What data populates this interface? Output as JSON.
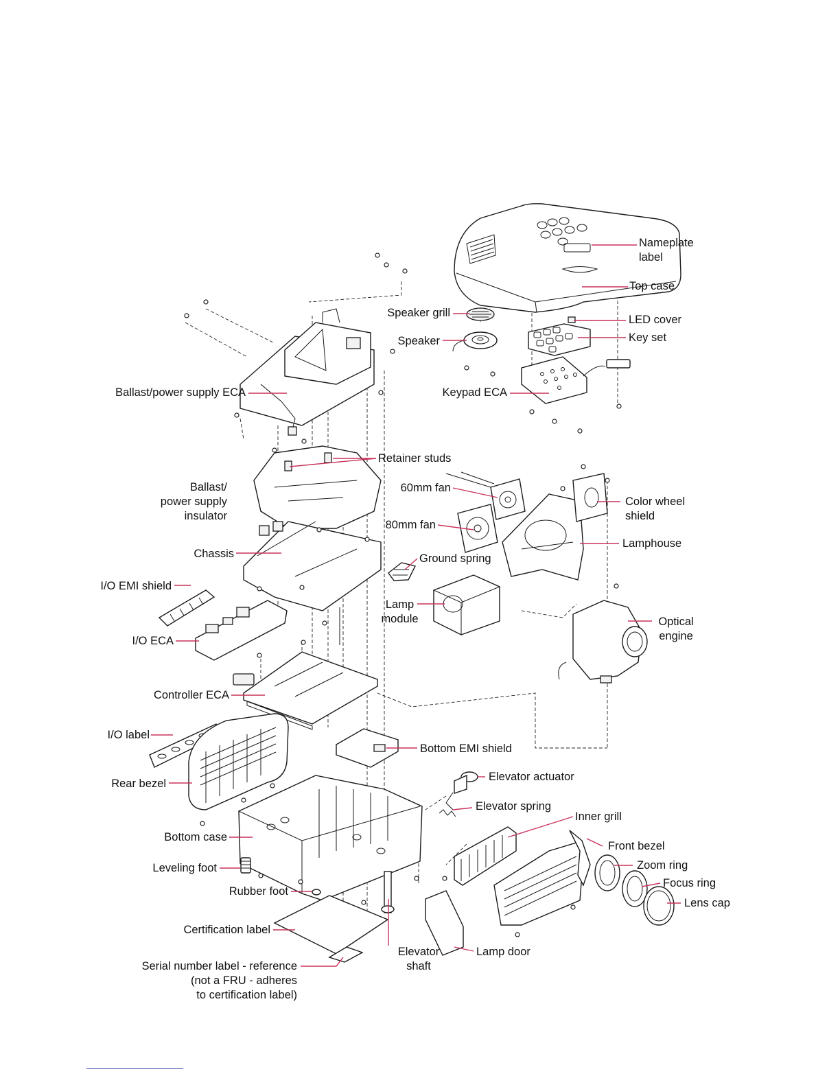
{
  "colors": {
    "leader": "#c8325a",
    "line": "#1a1a1a",
    "footer_rule": "#2d3a9a"
  },
  "labels": {
    "nameplate_label": [
      "Nameplate",
      "label"
    ],
    "top_case": "Top case",
    "led_cover": "LED cover",
    "key_set": "Key set",
    "speaker_grill": "Speaker grill",
    "speaker": "Speaker",
    "keypad_eca": "Keypad ECA",
    "ballast_power_supply_eca": "Ballast/power supply ECA",
    "retainer_studs": "Retainer studs",
    "ballast_insulator": [
      "Ballast/",
      "power supply",
      "insulator"
    ],
    "fan_60mm": "60mm fan",
    "fan_80mm": "80mm fan",
    "color_wheel_shield": [
      "Color wheel",
      "shield"
    ],
    "lamphouse": "Lamphouse",
    "chassis": "Chassis",
    "ground_spring": "Ground spring",
    "io_emi_shield": "I/O EMI shield",
    "lamp_module": [
      "Lamp",
      "module"
    ],
    "optical_engine": [
      "Optical",
      "engine"
    ],
    "io_eca": "I/O ECA",
    "controller_eca": "Controller ECA",
    "io_label": "I/O label",
    "bottom_emi_shield": "Bottom EMI shield",
    "rear_bezel": "Rear bezel",
    "elevator_actuator": "Elevator actuator",
    "elevator_spring": "Elevator spring",
    "inner_grill": "Inner grill",
    "bottom_case": "Bottom case",
    "front_bezel": "Front bezel",
    "zoom_ring": "Zoom ring",
    "leveling_foot": "Leveling foot",
    "focus_ring": "Focus ring",
    "rubber_foot": "Rubber foot",
    "lens_cap": "Lens cap",
    "certification_label": "Certification label",
    "elevator_shaft": [
      "Elevator",
      "shaft"
    ],
    "lamp_door": "Lamp door",
    "serial_number_label": [
      "Serial number label - reference",
      "(not a FRU - adheres",
      "to certification label)"
    ]
  }
}
